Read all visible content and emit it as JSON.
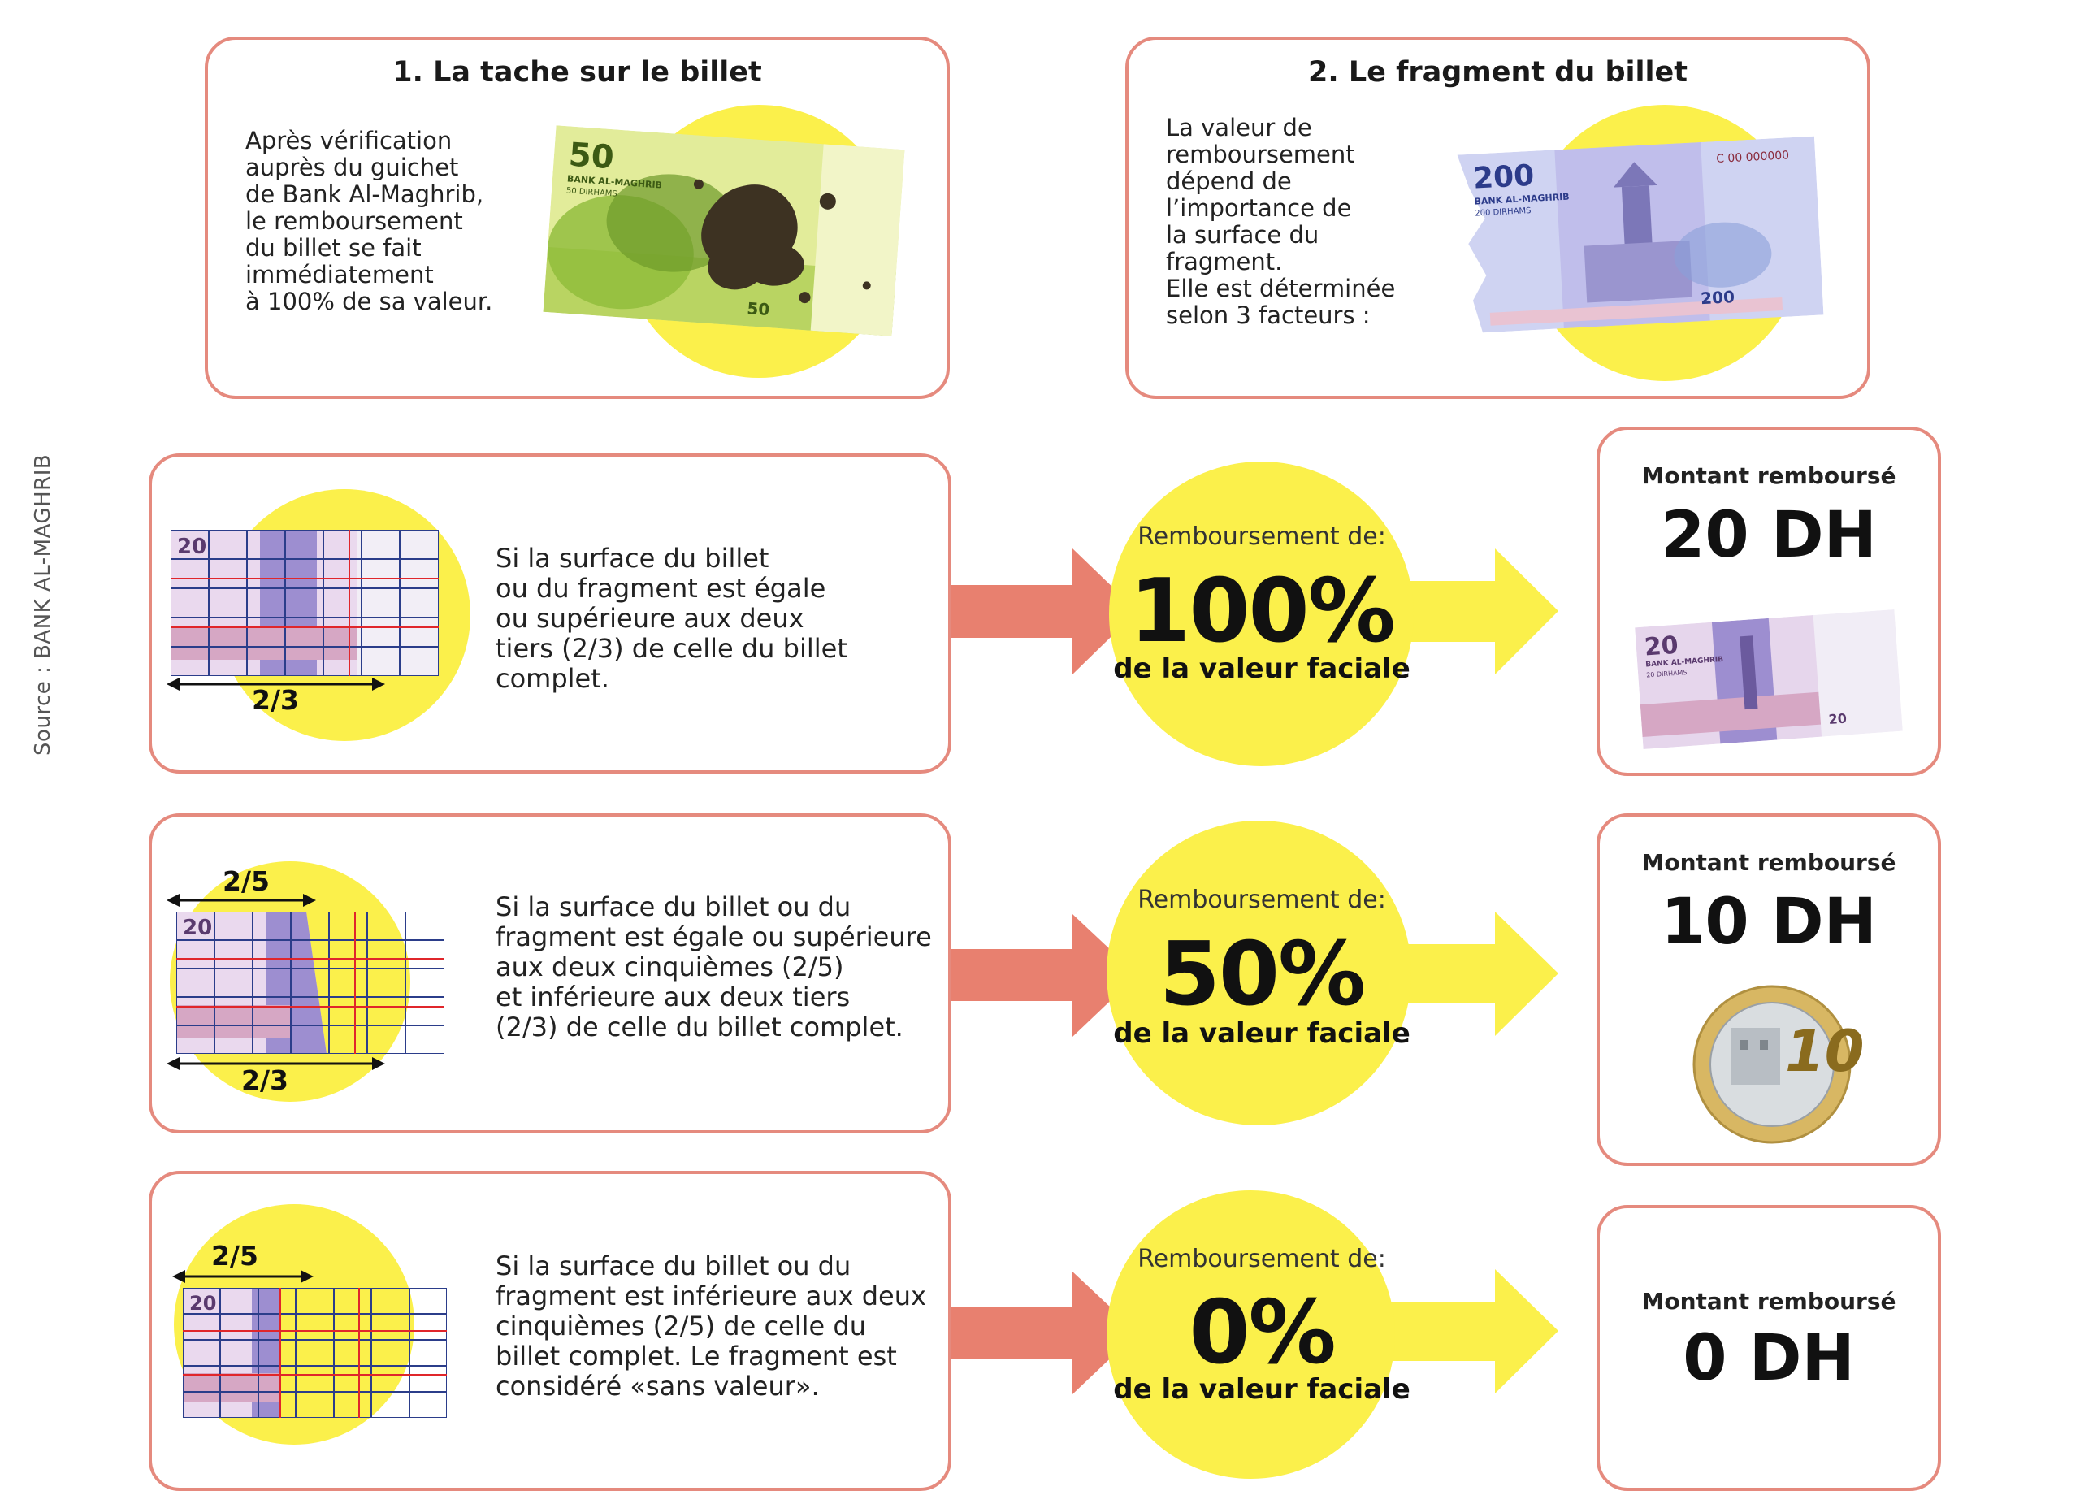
{
  "source": "Source : BANK AL-MAGHRIB",
  "colors": {
    "card_border": "#e58a7e",
    "highlight_yellow": "#fbf04b",
    "arrow_salmon": "#e8806f"
  },
  "card1": {
    "title": "1. La tache sur le billet",
    "lines": [
      "Après vérification",
      "auprès du guichet",
      "de Bank Al-Maghrib,",
      "le remboursement",
      "du billet se fait",
      "immédiatement",
      "à 100% de sa valeur."
    ],
    "note_value": "50",
    "note_bank": "BANK AL-MAGHRIB",
    "note_denom": "50 DIRHAMS"
  },
  "card2": {
    "title": "2. Le fragment du billet",
    "lines": [
      "La valeur de",
      "remboursement",
      "dépend de",
      "l’importance de",
      "la surface du",
      "fragment.",
      "Elle est déterminée",
      "selon 3 facteurs :"
    ],
    "note_value": "200",
    "note_bank": "BANK AL-MAGHRIB",
    "note_denom": "200 DIRHAMS",
    "note_serial": "C 00 000000"
  },
  "rows": [
    {
      "lines": [
        "Si la surface du billet",
        "ou du fragment est égale",
        "ou supérieure aux deux",
        "tiers (2/3) de celle du billet",
        "complet."
      ],
      "frac_bottom": "2/3",
      "refund_label": "Remboursement de:",
      "refund_percent": "100%",
      "refund_sub": "de la valeur faciale",
      "amount_title": "Montant remboursé",
      "amount": "20 DH",
      "note_value": "20",
      "note_bank": "BANK AL-MAGHRIB",
      "note_denom": "20 DIRHAMS"
    },
    {
      "lines": [
        "Si la surface du billet ou du",
        "fragment est égale ou supérieure",
        "aux deux cinquièmes (2/5)",
        "et inférieure aux deux tiers",
        "(2/3) de celle du billet complet."
      ],
      "frac_top": "2/5",
      "frac_bottom": "2/3",
      "refund_label": "Remboursement de:",
      "refund_percent": "50%",
      "refund_sub": "de la valeur faciale",
      "amount_title": "Montant remboursé",
      "amount": "10 DH",
      "coin_value": "10"
    },
    {
      "lines": [
        "Si la surface du billet ou du",
        "fragment est inférieure aux deux",
        "cinquièmes (2/5) de celle du",
        "billet complet. Le fragment est",
        "considéré «sans valeur»."
      ],
      "frac_top": "2/5",
      "refund_label": "Remboursement de:",
      "refund_percent": "0%",
      "refund_sub": "de la valeur faciale",
      "amount_title": "Montant remboursé",
      "amount": "0 DH"
    }
  ]
}
